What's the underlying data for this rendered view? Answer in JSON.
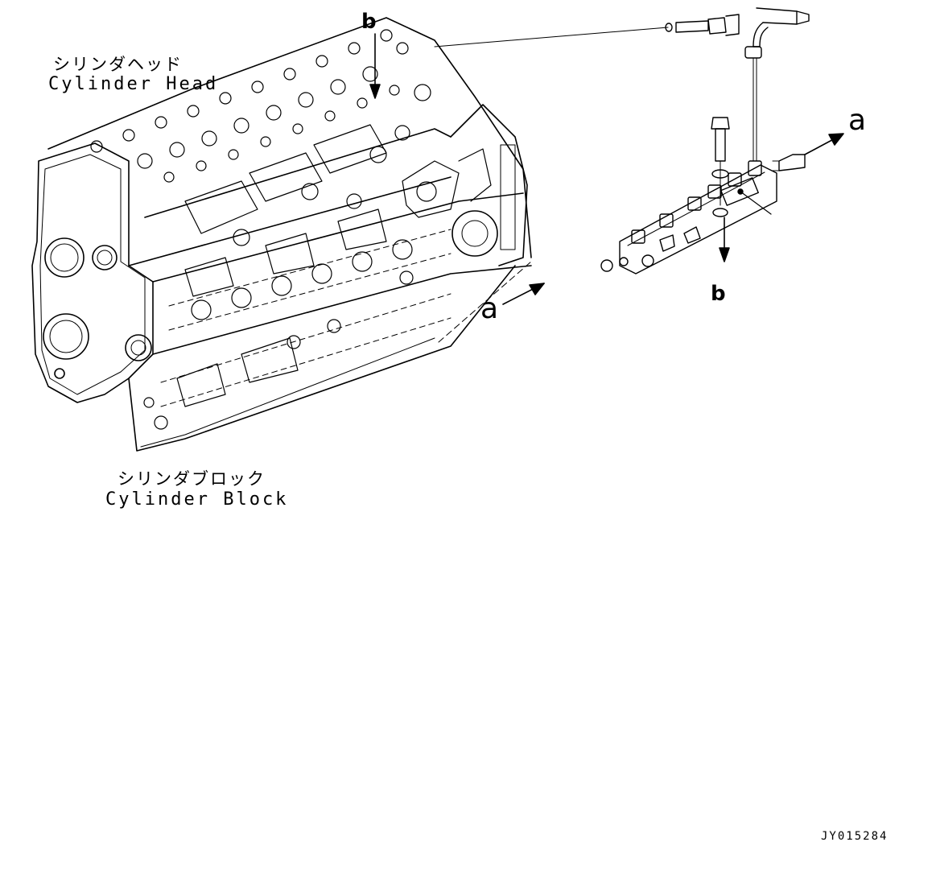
{
  "labels": {
    "cylinder_head_jp": "シリンダヘッド",
    "cylinder_head_en": "Cylinder Head",
    "cylinder_block_jp": "シリンダブロック",
    "cylinder_block_en": "Cylinder Block"
  },
  "callouts": {
    "a_left": "a",
    "a_right": "a",
    "b_top": "b",
    "b_bottom": "b"
  },
  "document_id": "JY015284"
}
